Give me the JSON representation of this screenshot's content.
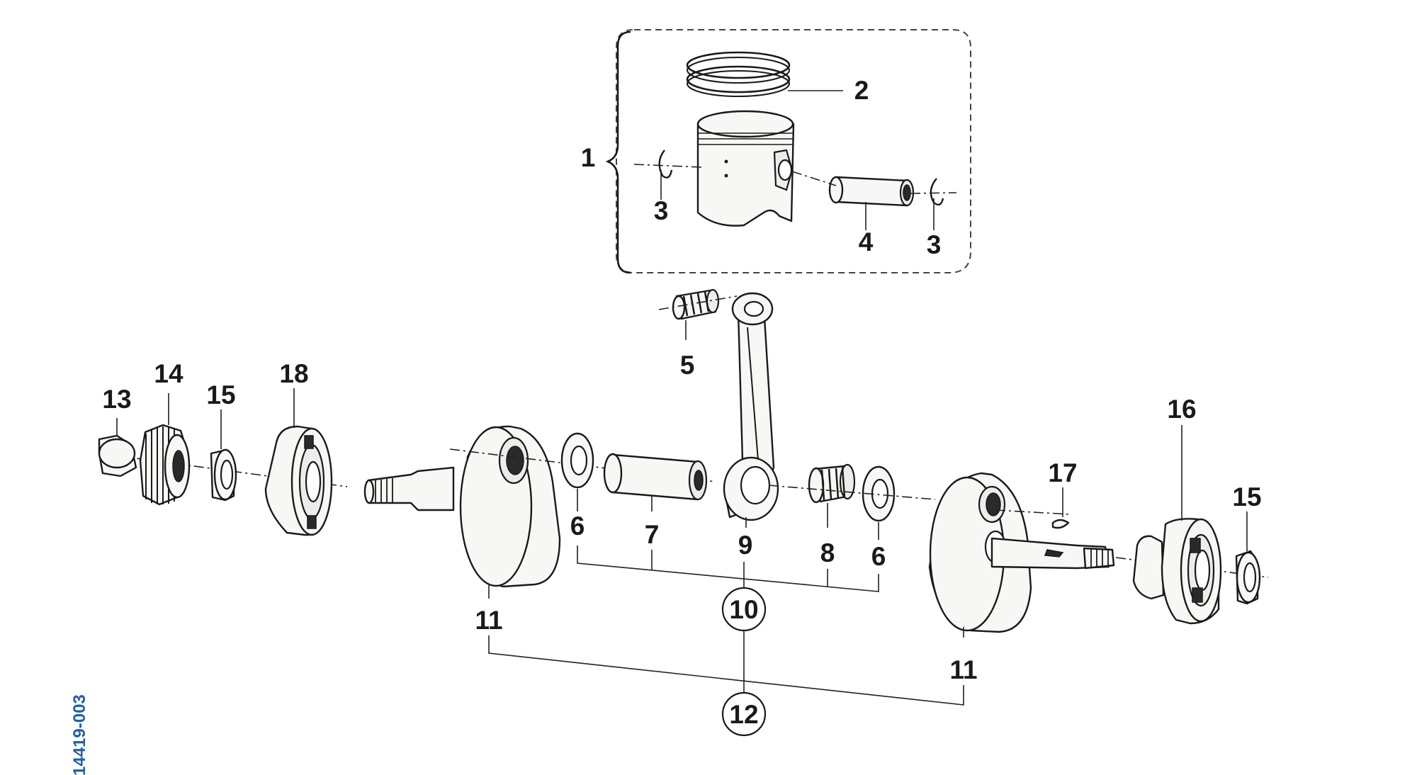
{
  "diagram": {
    "reference_number": "14419-003",
    "callouts": {
      "c1": "1",
      "c2": "2",
      "c3a": "3",
      "c3b": "3",
      "c4": "4",
      "c5": "5",
      "c6a": "6",
      "c6b": "6",
      "c7": "7",
      "c8": "8",
      "c9": "9",
      "c10": "10",
      "c11a": "11",
      "c11b": "11",
      "c12": "12",
      "c13": "13",
      "c14": "14",
      "c15a": "15",
      "c15b": "15",
      "c16": "16",
      "c17": "17",
      "c18": "18"
    }
  }
}
